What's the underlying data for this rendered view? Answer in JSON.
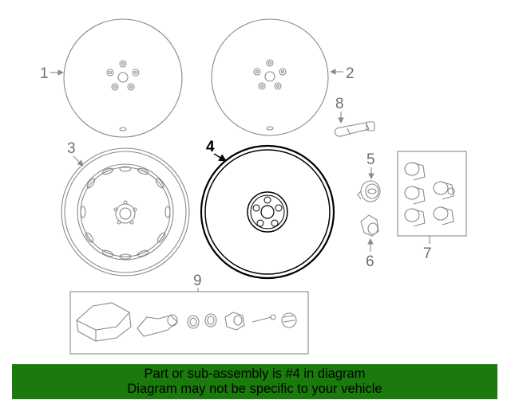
{
  "diagram": {
    "callouts": {
      "c1": "1",
      "c2": "2",
      "c3": "3",
      "c4": "4",
      "c5": "5",
      "c6": "6",
      "c7": "7",
      "c8": "8",
      "c9": "9"
    },
    "highlighted_part": "4",
    "highlight_color": "#000000",
    "line_color": "#8a8a8a"
  },
  "banner": {
    "line1": "Part or sub-assembly is #4 in diagram",
    "line2": "Diagram may not be specific to your vehicle",
    "background": "#1a7a0c"
  }
}
